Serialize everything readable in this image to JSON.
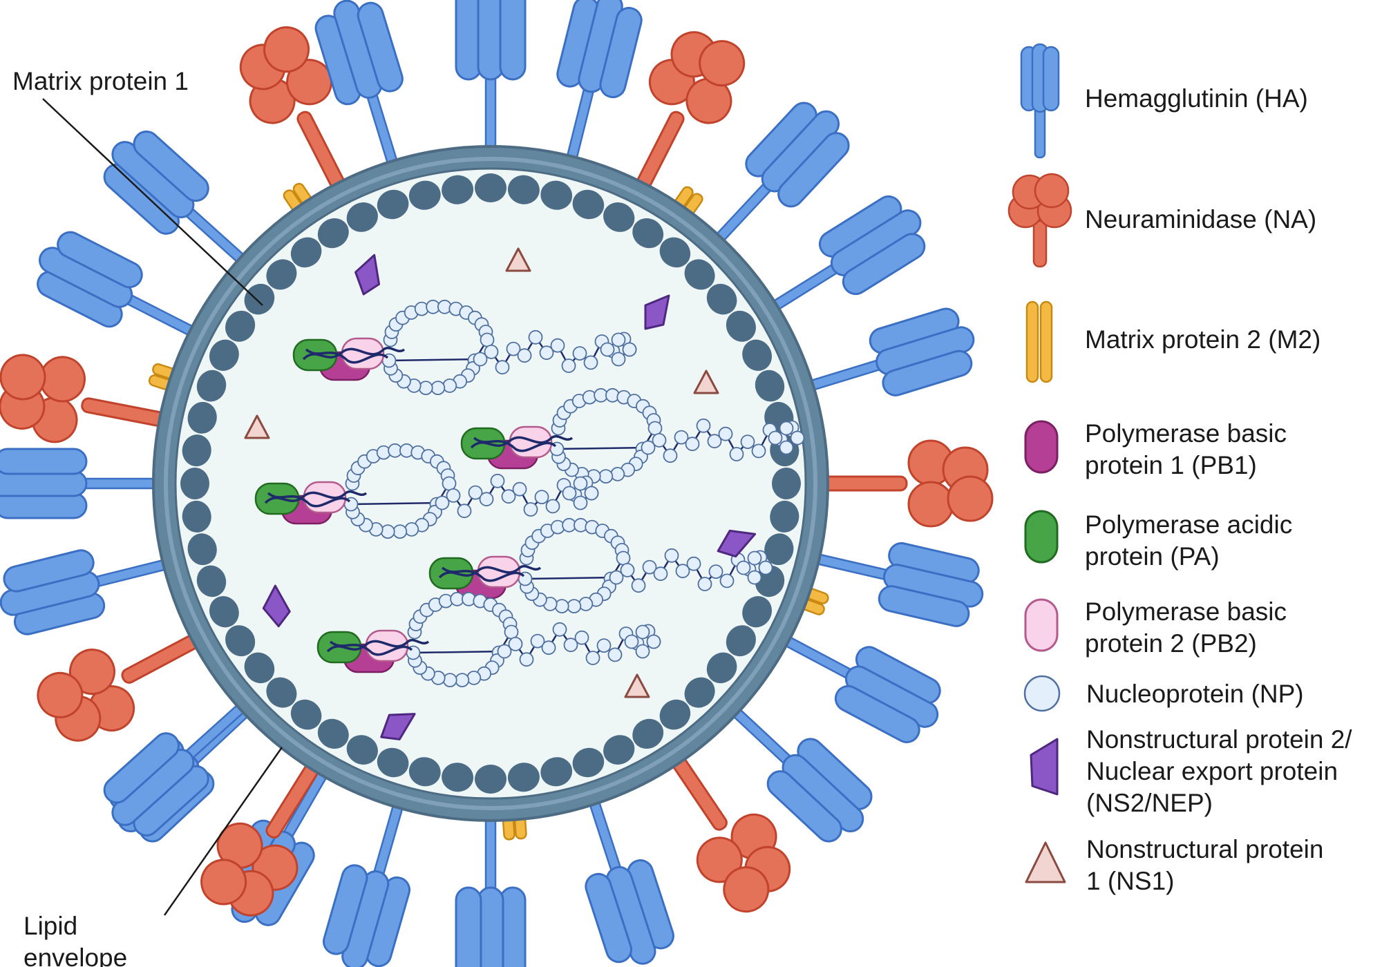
{
  "callouts": {
    "matrix_protein_1": "Matrix protein 1",
    "lipid_envelope_line1": "Lipid",
    "lipid_envelope_line2": "envelope"
  },
  "legend": {
    "ha": [
      "Hemagglutinin (HA)"
    ],
    "na": [
      "Neuraminidase (NA)"
    ],
    "m2": [
      "Matrix protein 2 (M2)"
    ],
    "pb1": [
      "Polymerase basic",
      "protein 1 (PB1)"
    ],
    "pa": [
      "Polymerase acidic",
      "protein (PA)"
    ],
    "pb2": [
      "Polymerase basic",
      "protein 2 (PB2)"
    ],
    "np": [
      "Nucleoprotein (NP)"
    ],
    "ns2": [
      "Nonstructural protein 2/",
      "Nuclear export protein",
      "(NS2/NEP)"
    ],
    "ns1": [
      "Nonstructural protein",
      "1 (NS1)"
    ]
  },
  "colors": {
    "ha_fill": "#6a9fe6",
    "ha_stroke": "#3a6fc4",
    "na_fill": "#e37258",
    "na_stroke": "#c2432c",
    "m2_fill": "#f4b942",
    "m2_stroke": "#c98a12",
    "pb1_fill": "#b43f94",
    "pb1_stroke": "#7c1f63",
    "pa_fill": "#47a447",
    "pa_stroke": "#216b21",
    "pb2_fill": "#f8d3ea",
    "pb2_stroke": "#b55a8c",
    "np_fill": "#e3f0fb",
    "np_stroke": "#4f6f9f",
    "ns2_fill": "#8b56c5",
    "ns2_stroke": "#4e2780",
    "ns1_fill": "#f2d5d0",
    "ns1_stroke": "#8a4a40",
    "envelope": "#63869f",
    "matrix": "#4c6b84",
    "interior": "#eef6f6",
    "rna": "#1e2a6a"
  }
}
